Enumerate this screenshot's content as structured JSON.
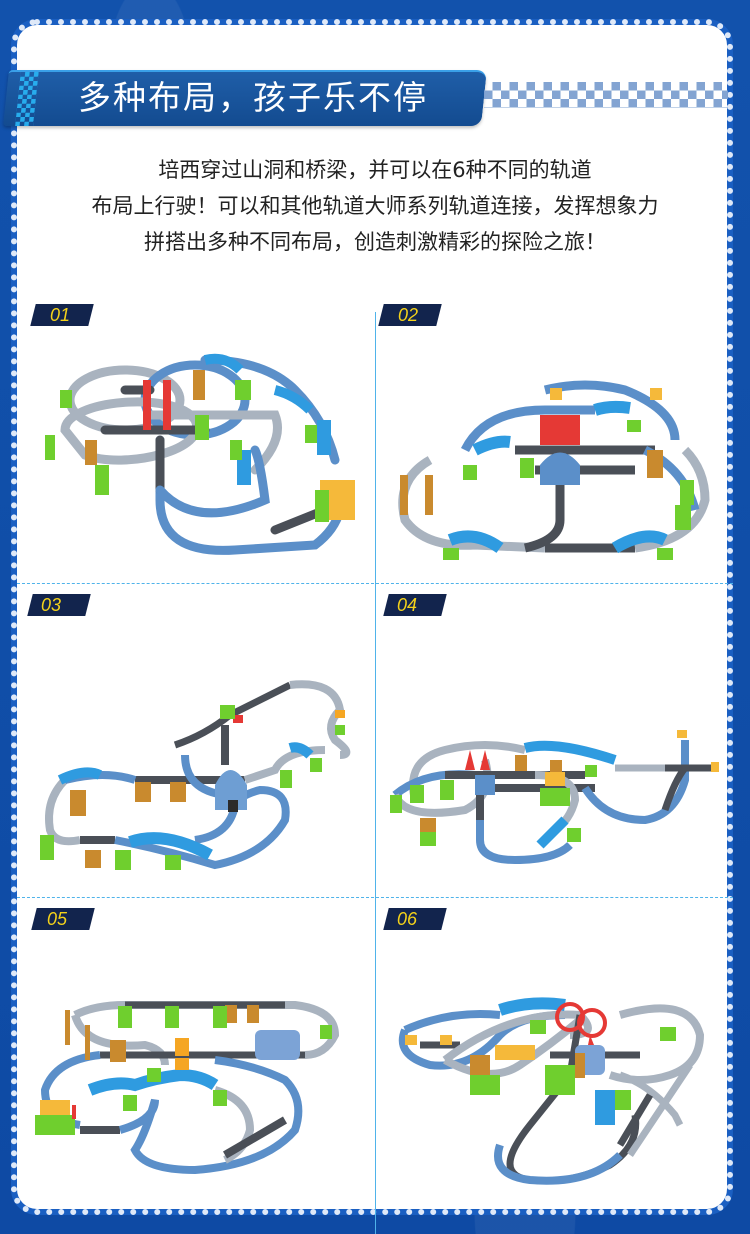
{
  "header": {
    "title": "多种布局，孩子乐不停"
  },
  "description": {
    "lines": [
      "培西穿过山洞和桥梁，并可以在6种不同的轨道",
      "布局上行驶！可以和其他轨道大师系列轨道连接，发挥想象力",
      "拼搭出多种不同布局，创造刺激精彩的探险之旅！"
    ]
  },
  "layouts": [
    {
      "number": "01",
      "image": "track-layout-image"
    },
    {
      "number": "02",
      "image": "track-layout-image"
    },
    {
      "number": "03",
      "image": "track-layout-image"
    },
    {
      "number": "04",
      "image": "track-layout-image"
    },
    {
      "number": "05",
      "image": "track-layout-image"
    },
    {
      "number": "06",
      "image": "track-layout-image"
    }
  ],
  "colors": {
    "background": "#0f4ea8",
    "banner": "#134b90",
    "tag_bg": "#12244d",
    "tag_text": "#f4d21a",
    "divider": "#4fb3ea",
    "track_blue": "#5b8fc9",
    "track_gray": "#a9b3bf",
    "track_dark": "#4a4f57",
    "support_green": "#6fcf2e",
    "support_orange": "#c98a2e",
    "tunnel_red": "#e53935",
    "ramp_blue": "#2f9be0"
  }
}
